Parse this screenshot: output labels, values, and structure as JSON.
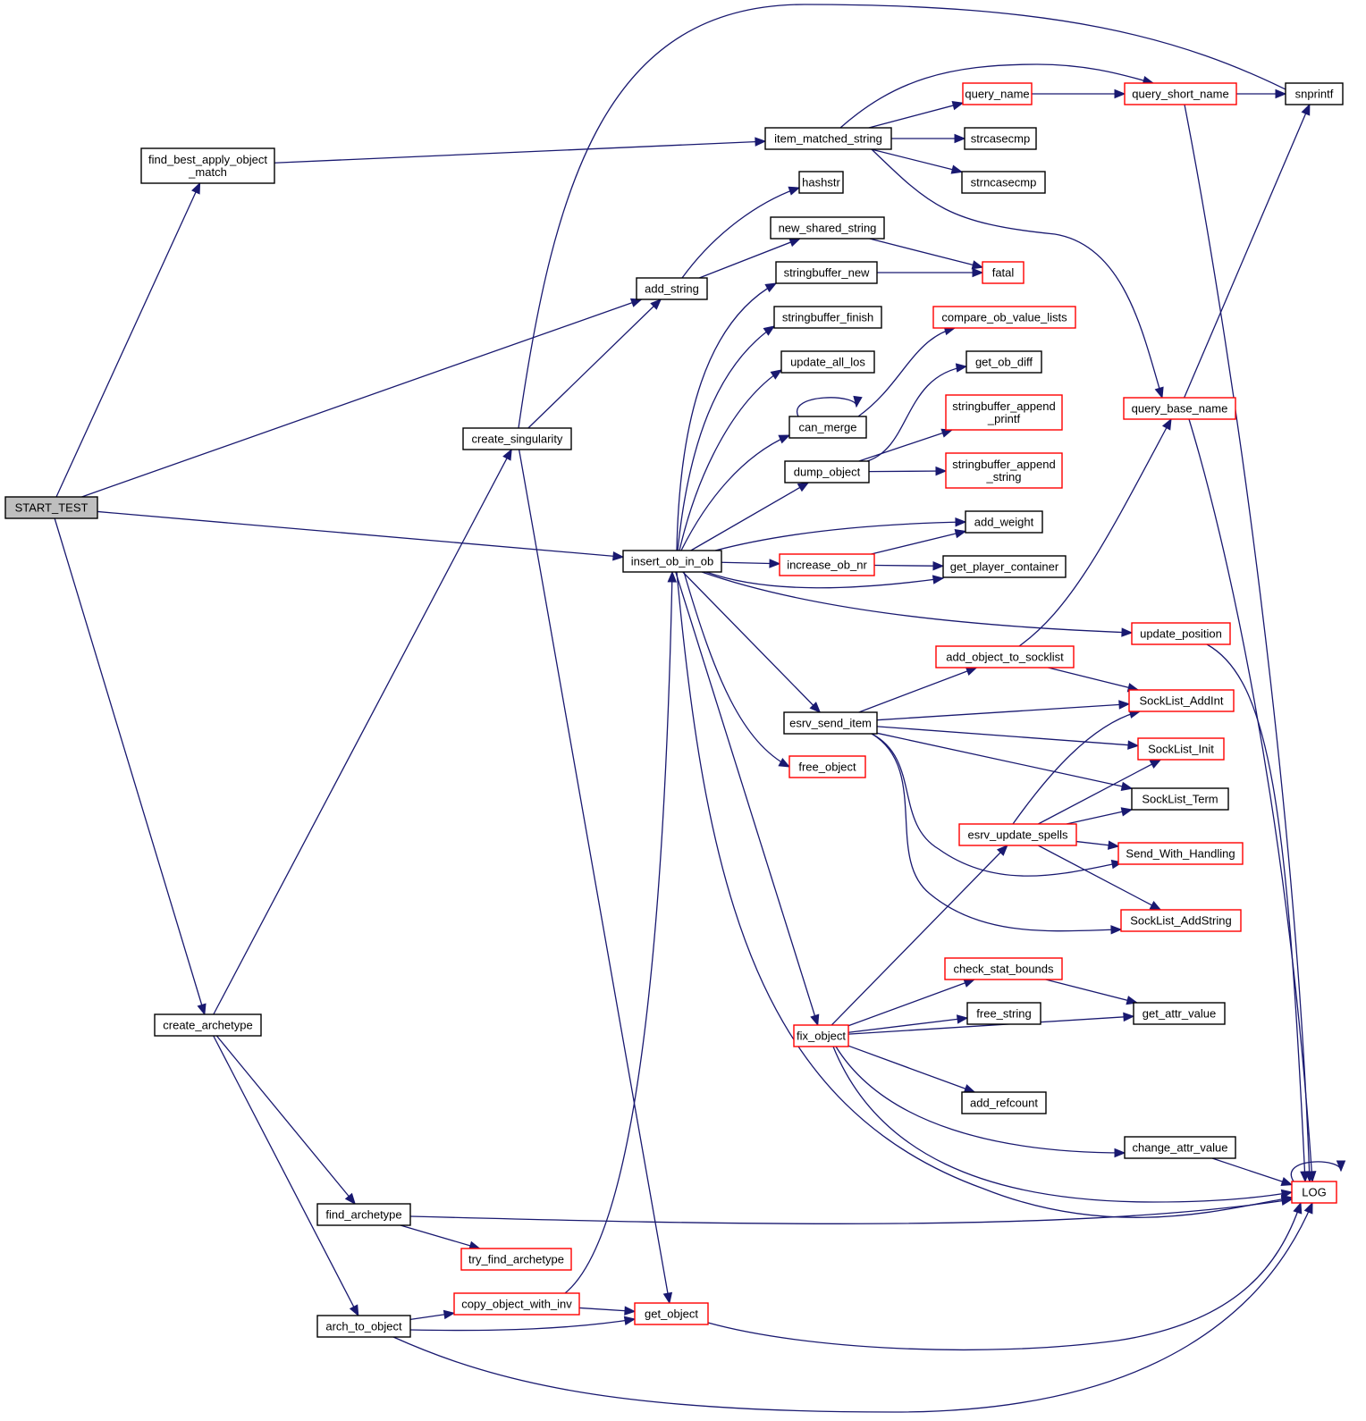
{
  "title": "Call graph of START_TEST",
  "colors": {
    "edge": "#191970",
    "border_normal": "#000000",
    "border_truncated": "#ff0000",
    "root_fill": "#bfbfbf",
    "fill": "#ffffff"
  },
  "nodes": [
    {
      "id": "START_TEST",
      "lines": [
        "START_TEST"
      ],
      "kind": "root"
    },
    {
      "id": "find_best_apply_object_match",
      "lines": [
        "find_best_apply_object",
        "_match"
      ],
      "kind": "normal"
    },
    {
      "id": "create_singularity",
      "lines": [
        "create_singularity"
      ],
      "kind": "normal"
    },
    {
      "id": "create_archetype",
      "lines": [
        "create_archetype"
      ],
      "kind": "normal"
    },
    {
      "id": "item_matched_string",
      "lines": [
        "item_matched_string"
      ],
      "kind": "normal"
    },
    {
      "id": "add_string",
      "lines": [
        "add_string"
      ],
      "kind": "normal"
    },
    {
      "id": "insert_ob_in_ob",
      "lines": [
        "insert_ob_in_ob"
      ],
      "kind": "normal"
    },
    {
      "id": "find_archetype",
      "lines": [
        "find_archetype"
      ],
      "kind": "normal"
    },
    {
      "id": "arch_to_object",
      "lines": [
        "arch_to_object"
      ],
      "kind": "normal"
    },
    {
      "id": "query_name",
      "lines": [
        "query_name"
      ],
      "kind": "truncated"
    },
    {
      "id": "query_short_name",
      "lines": [
        "query_short_name"
      ],
      "kind": "truncated"
    },
    {
      "id": "snprintf",
      "lines": [
        "snprintf"
      ],
      "kind": "normal"
    },
    {
      "id": "strcasecmp",
      "lines": [
        "strcasecmp"
      ],
      "kind": "normal"
    },
    {
      "id": "strncasecmp",
      "lines": [
        "strncasecmp"
      ],
      "kind": "normal"
    },
    {
      "id": "hashstr",
      "lines": [
        "hashstr"
      ],
      "kind": "normal"
    },
    {
      "id": "new_shared_string",
      "lines": [
        "new_shared_string"
      ],
      "kind": "normal"
    },
    {
      "id": "stringbuffer_new",
      "lines": [
        "stringbuffer_new"
      ],
      "kind": "normal"
    },
    {
      "id": "fatal",
      "lines": [
        "fatal"
      ],
      "kind": "truncated"
    },
    {
      "id": "stringbuffer_finish",
      "lines": [
        "stringbuffer_finish"
      ],
      "kind": "normal"
    },
    {
      "id": "compare_ob_value_lists",
      "lines": [
        "compare_ob_value_lists"
      ],
      "kind": "truncated"
    },
    {
      "id": "update_all_los",
      "lines": [
        "update_all_los"
      ],
      "kind": "normal"
    },
    {
      "id": "get_ob_diff",
      "lines": [
        "get_ob_diff"
      ],
      "kind": "normal"
    },
    {
      "id": "query_base_name",
      "lines": [
        "query_base_name"
      ],
      "kind": "truncated"
    },
    {
      "id": "can_merge",
      "lines": [
        "can_merge"
      ],
      "kind": "normal"
    },
    {
      "id": "stringbuffer_append_printf",
      "lines": [
        "stringbuffer_append",
        "_printf"
      ],
      "kind": "truncated"
    },
    {
      "id": "dump_object",
      "lines": [
        "dump_object"
      ],
      "kind": "normal"
    },
    {
      "id": "stringbuffer_append_string",
      "lines": [
        "stringbuffer_append",
        "_string"
      ],
      "kind": "truncated"
    },
    {
      "id": "add_weight",
      "lines": [
        "add_weight"
      ],
      "kind": "normal"
    },
    {
      "id": "increase_ob_nr",
      "lines": [
        "increase_ob_nr"
      ],
      "kind": "truncated"
    },
    {
      "id": "get_player_container",
      "lines": [
        "get_player_container"
      ],
      "kind": "normal"
    },
    {
      "id": "update_position",
      "lines": [
        "update_position"
      ],
      "kind": "truncated"
    },
    {
      "id": "add_object_to_socklist",
      "lines": [
        "add_object_to_socklist"
      ],
      "kind": "truncated"
    },
    {
      "id": "SockList_AddInt",
      "lines": [
        "SockList_AddInt"
      ],
      "kind": "truncated"
    },
    {
      "id": "esrv_send_item",
      "lines": [
        "esrv_send_item"
      ],
      "kind": "normal"
    },
    {
      "id": "SockList_Init",
      "lines": [
        "SockList_Init"
      ],
      "kind": "truncated"
    },
    {
      "id": "free_object",
      "lines": [
        "free_object"
      ],
      "kind": "truncated"
    },
    {
      "id": "SockList_Term",
      "lines": [
        "SockList_Term"
      ],
      "kind": "normal"
    },
    {
      "id": "esrv_update_spells",
      "lines": [
        "esrv_update_spells"
      ],
      "kind": "truncated"
    },
    {
      "id": "Send_With_Handling",
      "lines": [
        "Send_With_Handling"
      ],
      "kind": "truncated"
    },
    {
      "id": "SockList_AddString",
      "lines": [
        "SockList_AddString"
      ],
      "kind": "truncated"
    },
    {
      "id": "check_stat_bounds",
      "lines": [
        "check_stat_bounds"
      ],
      "kind": "truncated"
    },
    {
      "id": "free_string",
      "lines": [
        "free_string"
      ],
      "kind": "normal"
    },
    {
      "id": "get_attr_value",
      "lines": [
        "get_attr_value"
      ],
      "kind": "normal"
    },
    {
      "id": "fix_object",
      "lines": [
        "fix_object"
      ],
      "kind": "truncated"
    },
    {
      "id": "add_refcount",
      "lines": [
        "add_refcount"
      ],
      "kind": "normal"
    },
    {
      "id": "change_attr_value",
      "lines": [
        "change_attr_value"
      ],
      "kind": "normal"
    },
    {
      "id": "LOG",
      "lines": [
        "LOG"
      ],
      "kind": "truncated"
    },
    {
      "id": "try_find_archetype",
      "lines": [
        "try_find_archetype"
      ],
      "kind": "truncated"
    },
    {
      "id": "copy_object_with_inv",
      "lines": [
        "copy_object_with_inv"
      ],
      "kind": "truncated"
    },
    {
      "id": "get_object",
      "lines": [
        "get_object"
      ],
      "kind": "truncated"
    }
  ],
  "edges": [
    {
      "from": "START_TEST",
      "to": "find_best_apply_object_match"
    },
    {
      "from": "START_TEST",
      "to": "add_string"
    },
    {
      "from": "START_TEST",
      "to": "insert_ob_in_ob"
    },
    {
      "from": "START_TEST",
      "to": "create_archetype"
    },
    {
      "from": "find_best_apply_object_match",
      "to": "item_matched_string"
    },
    {
      "from": "item_matched_string",
      "to": "query_name"
    },
    {
      "from": "item_matched_string",
      "to": "query_short_name"
    },
    {
      "from": "item_matched_string",
      "to": "strcasecmp"
    },
    {
      "from": "item_matched_string",
      "to": "strncasecmp"
    },
    {
      "from": "item_matched_string",
      "to": "query_base_name"
    },
    {
      "from": "query_name",
      "to": "query_short_name"
    },
    {
      "from": "query_short_name",
      "to": "snprintf"
    },
    {
      "from": "query_short_name",
      "to": "LOG"
    },
    {
      "from": "query_base_name",
      "to": "snprintf"
    },
    {
      "from": "query_base_name",
      "to": "LOG"
    },
    {
      "from": "add_string",
      "to": "hashstr"
    },
    {
      "from": "add_string",
      "to": "new_shared_string"
    },
    {
      "from": "new_shared_string",
      "to": "fatal"
    },
    {
      "from": "stringbuffer_new",
      "to": "fatal"
    },
    {
      "from": "create_singularity",
      "to": "snprintf"
    },
    {
      "from": "create_singularity",
      "to": "add_string"
    },
    {
      "from": "create_singularity",
      "to": "get_object"
    },
    {
      "from": "create_archetype",
      "to": "create_singularity"
    },
    {
      "from": "create_archetype",
      "to": "find_archetype"
    },
    {
      "from": "create_archetype",
      "to": "arch_to_object"
    },
    {
      "from": "insert_ob_in_ob",
      "to": "stringbuffer_new"
    },
    {
      "from": "insert_ob_in_ob",
      "to": "stringbuffer_finish"
    },
    {
      "from": "insert_ob_in_ob",
      "to": "update_all_los"
    },
    {
      "from": "insert_ob_in_ob",
      "to": "can_merge"
    },
    {
      "from": "insert_ob_in_ob",
      "to": "dump_object"
    },
    {
      "from": "insert_ob_in_ob",
      "to": "add_weight"
    },
    {
      "from": "insert_ob_in_ob",
      "to": "increase_ob_nr"
    },
    {
      "from": "insert_ob_in_ob",
      "to": "get_player_container"
    },
    {
      "from": "insert_ob_in_ob",
      "to": "update_position"
    },
    {
      "from": "insert_ob_in_ob",
      "to": "esrv_send_item"
    },
    {
      "from": "insert_ob_in_ob",
      "to": "free_object"
    },
    {
      "from": "insert_ob_in_ob",
      "to": "fix_object"
    },
    {
      "from": "insert_ob_in_ob",
      "to": "LOG"
    },
    {
      "from": "can_merge",
      "to": "can_merge"
    },
    {
      "from": "can_merge",
      "to": "compare_ob_value_lists"
    },
    {
      "from": "dump_object",
      "to": "get_ob_diff"
    },
    {
      "from": "dump_object",
      "to": "stringbuffer_append_printf"
    },
    {
      "from": "dump_object",
      "to": "stringbuffer_append_string"
    },
    {
      "from": "increase_ob_nr",
      "to": "add_weight"
    },
    {
      "from": "increase_ob_nr",
      "to": "get_player_container"
    },
    {
      "from": "update_position",
      "to": "LOG"
    },
    {
      "from": "esrv_send_item",
      "to": "add_object_to_socklist"
    },
    {
      "from": "esrv_send_item",
      "to": "SockList_AddInt"
    },
    {
      "from": "esrv_send_item",
      "to": "SockList_Init"
    },
    {
      "from": "esrv_send_item",
      "to": "SockList_Term"
    },
    {
      "from": "esrv_send_item",
      "to": "Send_With_Handling"
    },
    {
      "from": "esrv_send_item",
      "to": "SockList_AddString"
    },
    {
      "from": "add_object_to_socklist",
      "to": "query_base_name"
    },
    {
      "from": "add_object_to_socklist",
      "to": "SockList_AddInt"
    },
    {
      "from": "esrv_update_spells",
      "to": "SockList_AddInt"
    },
    {
      "from": "esrv_update_spells",
      "to": "SockList_Init"
    },
    {
      "from": "esrv_update_spells",
      "to": "SockList_Term"
    },
    {
      "from": "esrv_update_spells",
      "to": "Send_With_Handling"
    },
    {
      "from": "esrv_update_spells",
      "to": "SockList_AddString"
    },
    {
      "from": "fix_object",
      "to": "esrv_update_spells"
    },
    {
      "from": "fix_object",
      "to": "check_stat_bounds"
    },
    {
      "from": "fix_object",
      "to": "free_string"
    },
    {
      "from": "fix_object",
      "to": "get_attr_value"
    },
    {
      "from": "fix_object",
      "to": "add_refcount"
    },
    {
      "from": "fix_object",
      "to": "change_attr_value"
    },
    {
      "from": "fix_object",
      "to": "LOG"
    },
    {
      "from": "check_stat_bounds",
      "to": "get_attr_value"
    },
    {
      "from": "change_attr_value",
      "to": "LOG"
    },
    {
      "from": "LOG",
      "to": "LOG"
    },
    {
      "from": "find_archetype",
      "to": "try_find_archetype"
    },
    {
      "from": "find_archetype",
      "to": "LOG"
    },
    {
      "from": "arch_to_object",
      "to": "copy_object_with_inv"
    },
    {
      "from": "arch_to_object",
      "to": "get_object"
    },
    {
      "from": "arch_to_object",
      "to": "LOG"
    },
    {
      "from": "copy_object_with_inv",
      "to": "insert_ob_in_ob"
    },
    {
      "from": "copy_object_with_inv",
      "to": "get_object"
    },
    {
      "from": "get_object",
      "to": "LOG"
    }
  ]
}
